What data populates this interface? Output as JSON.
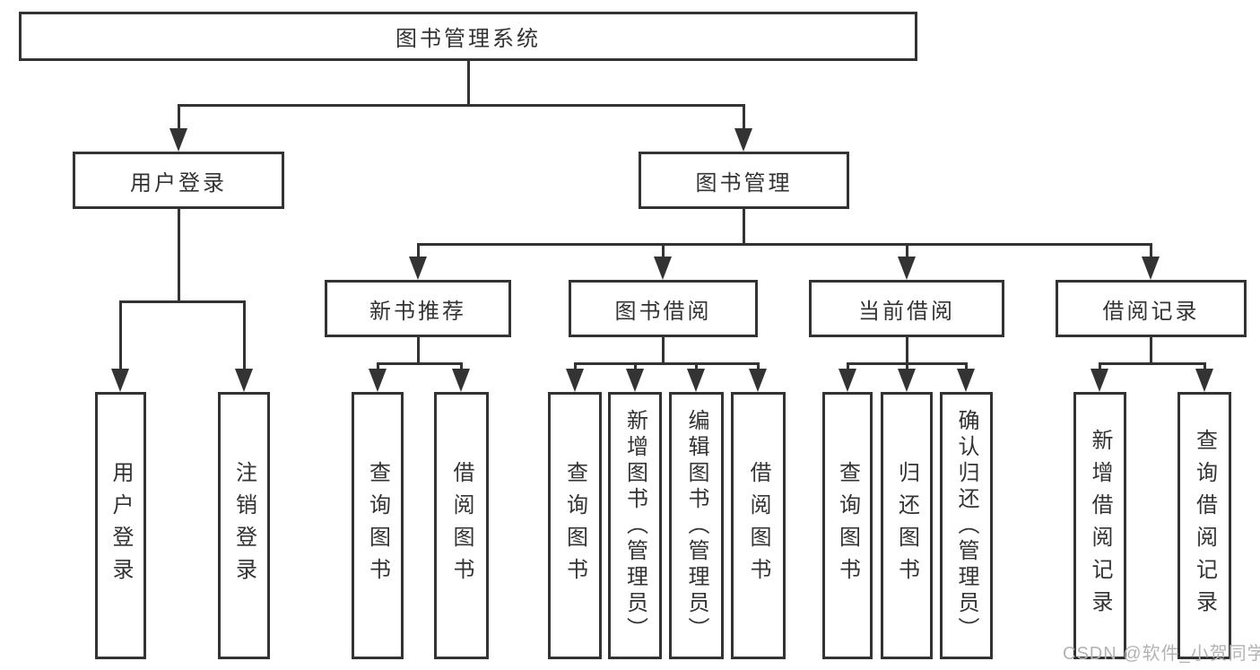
{
  "tree": {
    "root_label": "图书管理系统",
    "branches": [
      {
        "label": "用户登录",
        "children": [
          "用户登录",
          "注销登录"
        ]
      },
      {
        "label": "图书管理",
        "children": [
          {
            "label": "新书推荐",
            "children": [
              "查询图书",
              "借阅图书"
            ]
          },
          {
            "label": "图书借阅",
            "children": [
              "查询图书",
              "新增图书（管理员）",
              "编辑图书（管理员）",
              "借阅图书"
            ]
          },
          {
            "label": "当前借阅",
            "children": [
              "查询图书",
              "归还图书",
              "确认归还（管理员）"
            ]
          },
          {
            "label": "借阅记录",
            "children": [
              "新增借阅记录",
              "查询借阅记录"
            ]
          }
        ]
      }
    ]
  },
  "watermark": "CSDN @软件_小贺同学",
  "colors": {
    "line": "#333333",
    "box_border": "#333333",
    "text": "#333333",
    "watermark": "#b3b3b3",
    "background": "#ffffff"
  }
}
